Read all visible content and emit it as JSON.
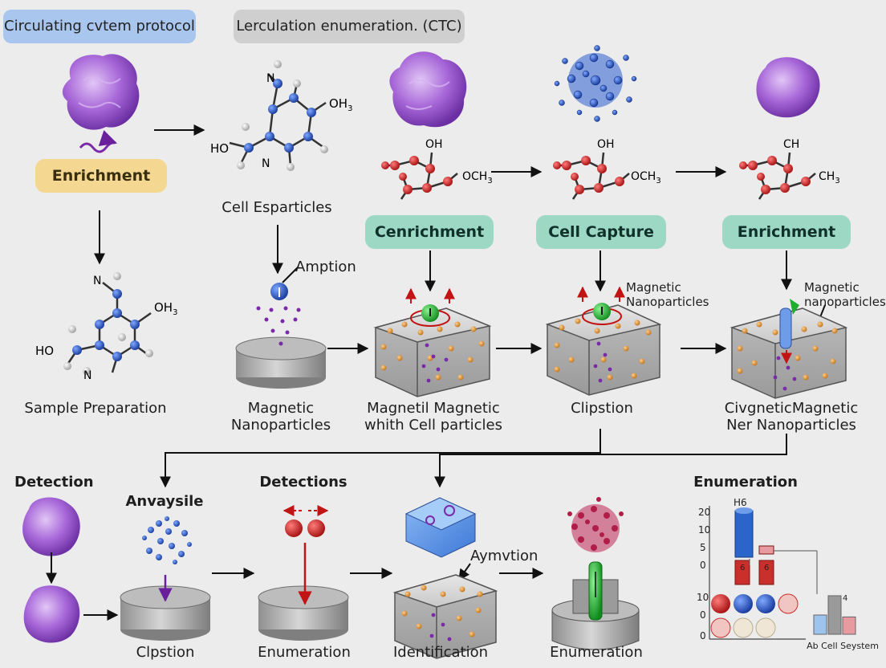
{
  "headers": {
    "left": "Circulating cvtem protocol",
    "right": "Lerculation enumeration. (CTC)"
  },
  "pills": {
    "enrichment_yellow": "Enrichment",
    "enrichment_teal_1": "Cenrichment",
    "cell_capture": "Cell Capture",
    "enrichment_teal_2": "Enrichment"
  },
  "labels": {
    "cell_esparticles": "Cell Esparticles",
    "sample_preparation": "Sample Preparation",
    "amption": "Amption",
    "magnetic_nanoparticles_1": "Magnetic",
    "magnetic_nanoparticles_2": "Nanoparticles",
    "magnetic_cell_1": "Magnetil Magnetic",
    "magnetic_cell_2": "whith Cell particles",
    "clipstion_top": "Clipstion",
    "civgnetic_1": "CivgneticMagnetic",
    "civgnetic_2": "Ner Nanoparticles",
    "magnetic_nano_note_1": "Magnetic",
    "magnetic_nano_note_2": "Nanoparticles",
    "magnetic_nano_note_3": "Magnetic",
    "magnetic_nano_note_4": "nanoparticles",
    "detection": "Detection",
    "anvaysile": "Anvaysile",
    "detections": "Detections",
    "enumeration_title": "Enumeration",
    "clipstion_bottom": "Clpstion",
    "enumeration_1": "Enumeration",
    "identification": "Identification",
    "aymvtion": "Aymvtion",
    "enumeration_2": "Enumeration",
    "chart_legend": "Ab Cell Seystem"
  },
  "molecule_labels": {
    "n": "N",
    "oh3": "OH",
    "sub3": "3",
    "ho": "HO",
    "oh": "OH",
    "ch3": "CH",
    "o": "O",
    "cg": "CH"
  },
  "chart_data": {
    "type": "bar",
    "y_ticks_top": [
      "20",
      "10",
      "5",
      "0"
    ],
    "y_ticks_bottom": [
      "10",
      "0",
      "0"
    ],
    "top_marker": "H6",
    "small_marks": [
      "6",
      "6",
      "4"
    ],
    "legend": "Ab Cell Seystem",
    "bars": [
      {
        "color": "#9cc4ec",
        "value": 2
      },
      {
        "color": "#9a9a9a",
        "value": 4
      },
      {
        "color": "#e79aa0",
        "value": 1.8
      }
    ]
  },
  "colors": {
    "cell": "#9b5bc9",
    "atom_blue": "#1f4fb8",
    "atom_red": "#cc1f1f",
    "particle": "#d98a2a",
    "dot_purple": "#7a2aa8",
    "green_ball": "#1fae2e"
  }
}
